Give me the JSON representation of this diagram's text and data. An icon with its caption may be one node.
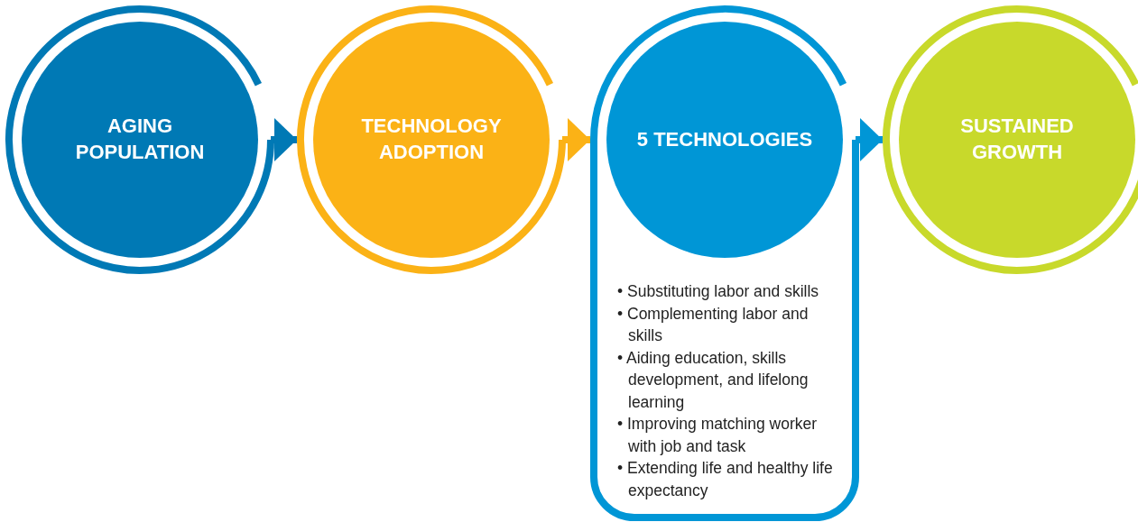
{
  "diagram": {
    "nodes": [
      {
        "text": [
          "AGING POPULATION"
        ]
      },
      {
        "text": [
          "TECHNOLOGY ADOPTION"
        ]
      },
      {
        "text": [
          "5 TECHNOLOGIES",
          "• Substituting labor and skills",
          "• Complementing labor and skills",
          "• Aiding education, skills development, and lifelong learning",
          "• Improving matching worker with job and task",
          "• Extending life and healthy life expectancy"
        ]
      },
      {
        "text": [
          "SUSTAINED GROWTH"
        ]
      }
    ],
    "edges": [
      {
        "from": 0,
        "to": 1,
        "arrow": "to",
        "color": "#0079b5"
      },
      {
        "from": 1,
        "to": 2,
        "arrow": "to",
        "color": "#fbb216"
      },
      {
        "from": 2,
        "to": 3,
        "arrow": "to",
        "color": "#0096d6"
      }
    ]
  }
}
